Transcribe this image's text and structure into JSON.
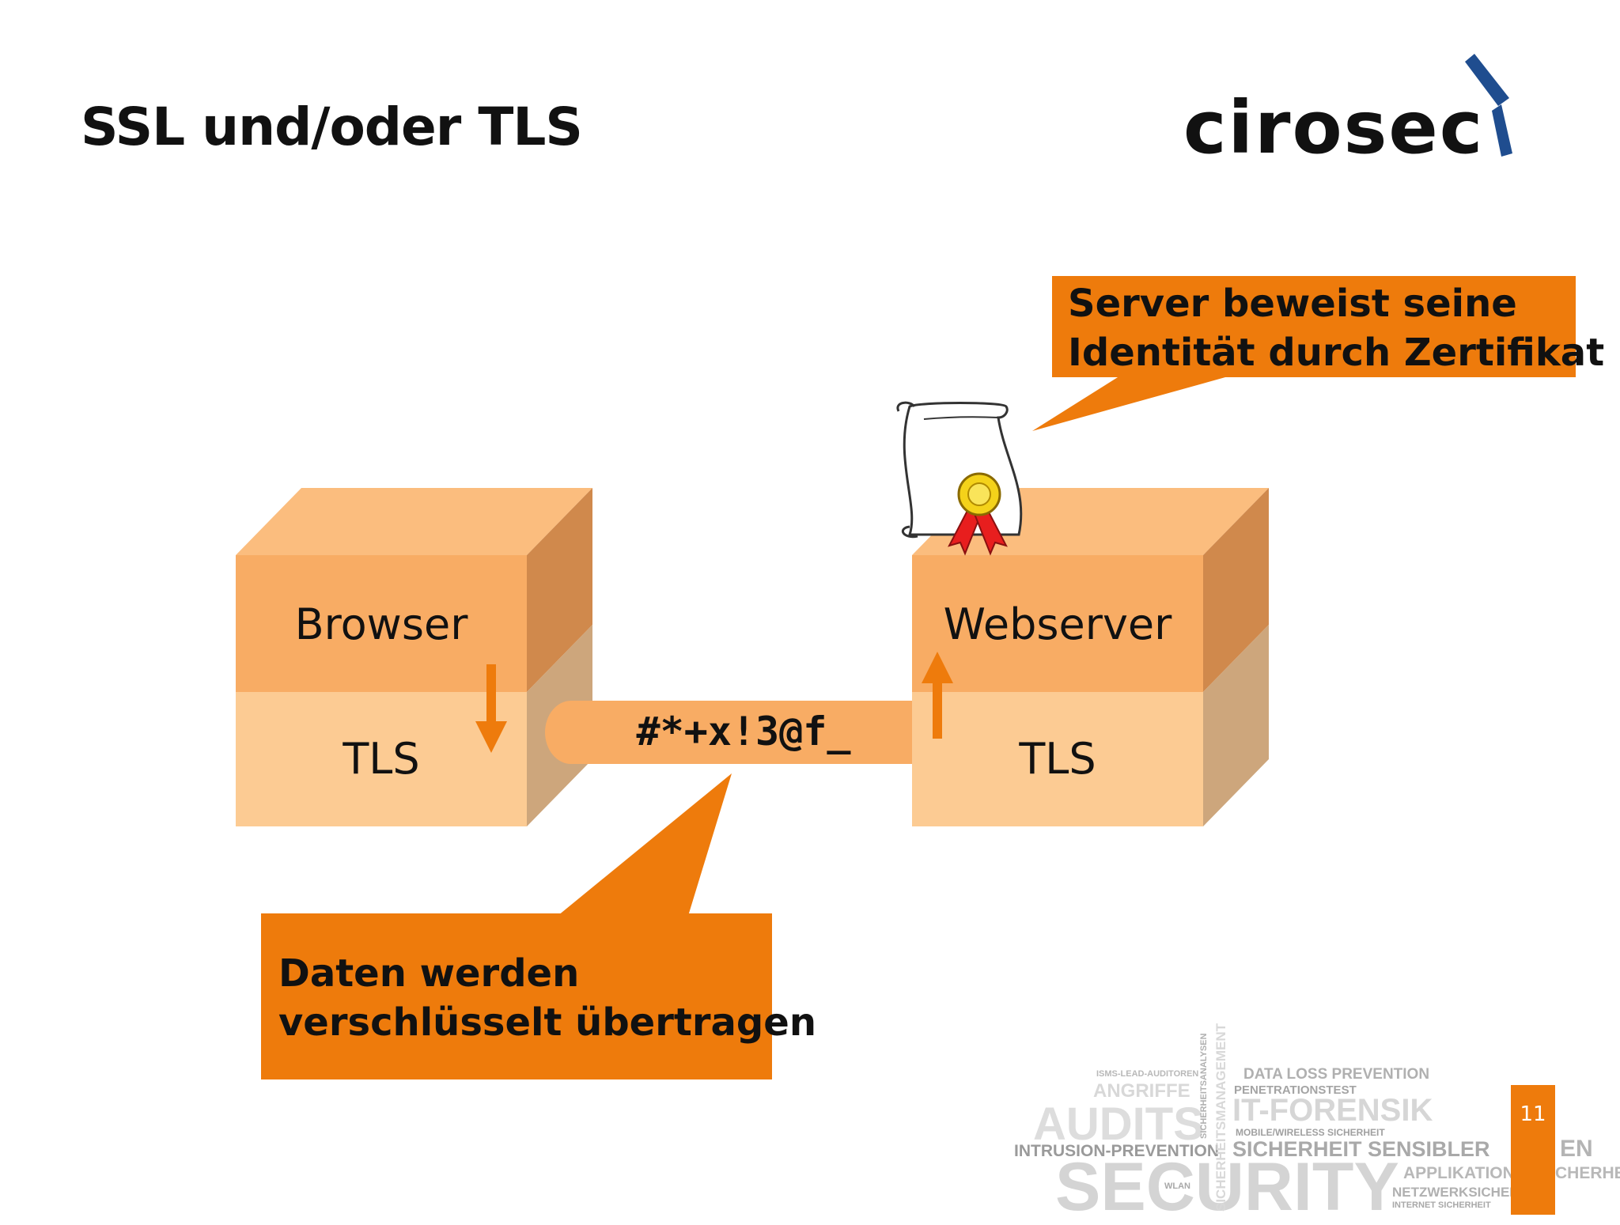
{
  "slide": {
    "title": "SSL und/oder TLS",
    "logo": {
      "text": "cirosec",
      "brand_color": "#1f4d8f"
    },
    "browser_box": {
      "top_label": "Browser",
      "bottom_label": "TLS"
    },
    "server_box": {
      "top_label": "Webserver",
      "bottom_label": "TLS"
    },
    "encrypted_data": "#*+x!3@f_",
    "callout_certificate": {
      "line1": "Server beweist seine",
      "line2": "Identität durch Zertifikat"
    },
    "callout_encryption": {
      "line1": "Daten werden",
      "line2": "verschlüsselt übertragen"
    },
    "page_number": "11",
    "word_cloud": {
      "w1": "ISMS-LEAD-AUDITOREN",
      "w2": "ANGRIFFE",
      "w3": "AUDITS",
      "w4": "INTRUSION-PREVENTION",
      "w5": "SECURITY",
      "w6": "WLAN",
      "w7": "SICHERHEITSANALYSEN",
      "w8": "SICHERHEITSMANAGEMENT",
      "w9": "DATA LOSS PREVENTION",
      "w10": "PENETRATIONSTEST",
      "w11": "IT-FORENSIK",
      "w12": "MOBILE/WIRELESS SICHERHEIT",
      "w13": "SICHERHEIT SENSIBLER",
      "w14": "APPLIKATION",
      "w15": "NETZWERKSICHER",
      "w16": "INTERNET SICHERHEIT",
      "w17": "EN",
      "w18": "CHERHE"
    },
    "colors": {
      "callout_orange": "#ee7b0c",
      "box_top": "#f8ac64",
      "box_bottom": "#fccb93",
      "box_lid": "#fbbd7e",
      "box_side_top": "#d0894c",
      "box_side_bottom": "#cda67c",
      "arrow": "#ee7b0c"
    }
  }
}
